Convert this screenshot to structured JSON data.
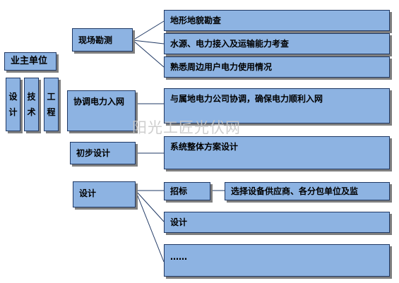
{
  "owner": {
    "title": "业主单位",
    "columns": [
      [
        "设",
        "计"
      ],
      [
        "技",
        "术"
      ],
      [
        "工",
        "程"
      ]
    ]
  },
  "stages": [
    {
      "label": "现场勘测",
      "items": [
        "地形地貌勘查",
        "水源、电力接入及运输能力考查",
        "熟悉周边用户电力使用情况"
      ]
    },
    {
      "label": "协调电力入网",
      "items": [
        "与属地电力公司协调，确保电力顺利入网"
      ]
    },
    {
      "label": "初步设计",
      "items": [
        "系统整体方案设计"
      ]
    },
    {
      "label": "设计",
      "items": [
        "招标",
        "选择设备供应商、各分包单位及监",
        "设计",
        "……"
      ]
    }
  ],
  "watermark": "阳光工匠光伏网",
  "colors": {
    "box_fill": "#8db3e2",
    "box_border": "#1f3864",
    "shadow": "#7f7f7f"
  }
}
